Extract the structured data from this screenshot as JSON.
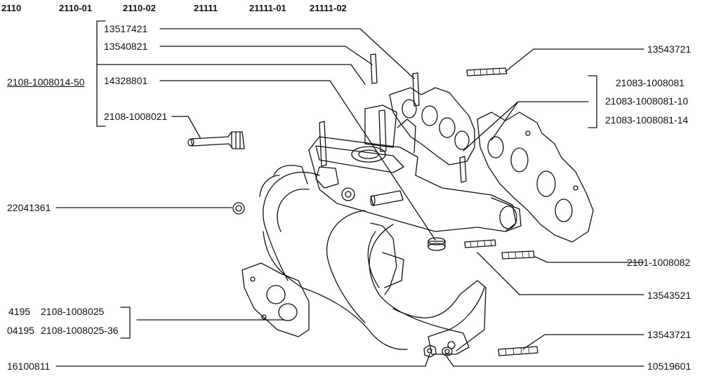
{
  "models": [
    "2110",
    "2110-01",
    "2110-02",
    "21111",
    "21111-01",
    "21111-02"
  ],
  "parts": {
    "p13517421": "13517421",
    "p13540821": "13540821",
    "p2108_1008014_50": "2108-1008014-50",
    "p14328801": "14328801",
    "p2108_1008021": "2108-1008021",
    "p22041361": "22041361",
    "p4195": "4195",
    "p2108_1008025": "2108-1008025",
    "p04195": "04195",
    "p2108_1008025_36": "2108-1008025-36",
    "p16100811": "16100811",
    "p13543721_top": "13543721",
    "p21083_1008081": "21083-1008081",
    "p21083_1008081_10": "21083-1008081-10",
    "p21083_1008081_14": "21083-1008081-14",
    "p2101_1008082": "2101-1008082",
    "p13543521": "13543521",
    "p13543721_bottom": "13543721",
    "p10519601": "10519601"
  }
}
